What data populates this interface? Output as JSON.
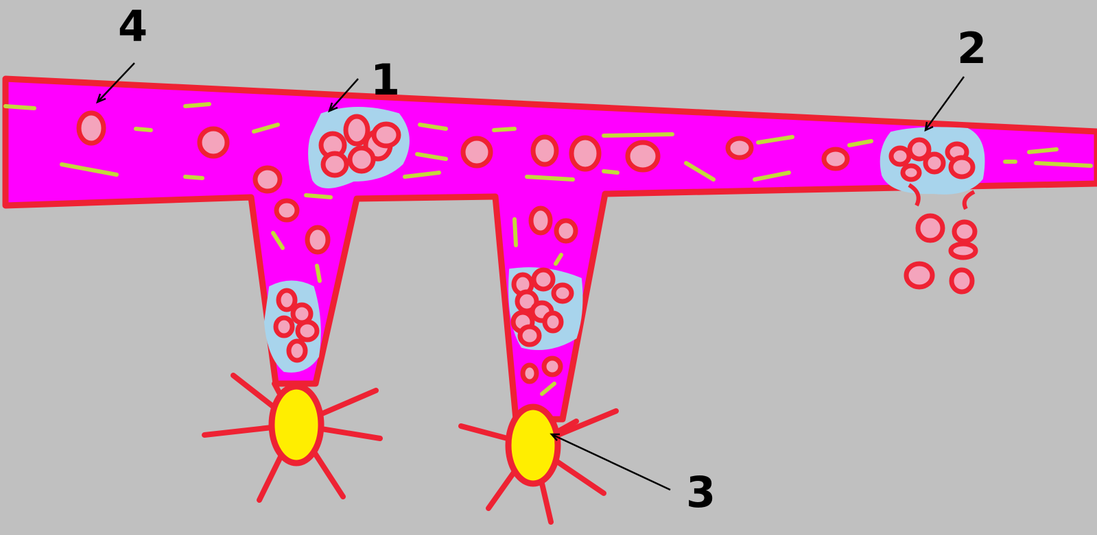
{
  "labels": {
    "one": "1",
    "two": "2",
    "three": "3",
    "four": "4"
  },
  "colors": {
    "background": "#c0c0c0",
    "vessel_fill": "#ff00ff",
    "vessel_outline": "#ee2233",
    "cell_fill": "#f4a4bc",
    "cluster_fill": "#a8d4ec",
    "fibrin_strand": "#c4d83c",
    "cell_body": "#ffee00",
    "pointer_line": "#000000"
  }
}
